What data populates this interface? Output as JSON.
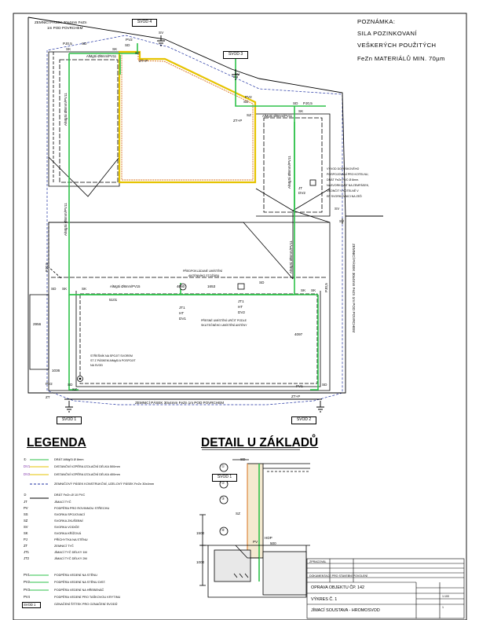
{
  "notes": {
    "lines": [
      "POZNÁMKA:",
      "SILA POZINKOVANÍ",
      "VEŠKERÝCH POUŽITÝCH",
      "FeZn MATERIÁLŮ MIN. 70µm"
    ]
  },
  "plan": {
    "tape_top": "ZEMNICÍ PÁSEK 30x4mm FeZn",
    "tape_top_2": "1m POD POVRCHEM",
    "tape_bottom": "ZEMNICÍ PÁSEK 30x4mm FeZn 1m POD POVRCHEM",
    "tape_right": "ZEMNICÍ PÁSEK 30x4mm FeZn 1m POD POVRCHEM",
    "svod": [
      "SVOD 4",
      "SVOD 3",
      "SVOD 2",
      "SVOD 1"
    ],
    "conductor": "AlMgSi Ø8mm/PV15",
    "conductor_short": "AlMgSi Ø8mm/PV11",
    "conductor_v": "AlMgSi Ø8mm/PV11",
    "pj": "PJ0,5",
    "sd": "SD",
    "sk": "SK",
    "sv": "SV",
    "zt": "ZT",
    "ztp": "ZT+P",
    "pv2": "PV2",
    "pv1": "PV1",
    "sz": "SZ",
    "jt1": "JT1",
    "jt": "JT",
    "ht": "HT",
    "dv1": "DV1",
    "dv2": "DV2",
    "dim_5101": "5101",
    "dim_4080": "4080",
    "dim_1653": "1653",
    "dim_4097": "4097",
    "dim_2956": "2956",
    "dim_1036": "1036",
    "vent_label": "PŘEDPOKLÁDANÉ UMÍSTĚNÍ",
    "vent_label_2": "ANTÉNNÍHO STOŽÁRU",
    "note_antenna": "PŘESNÉ UMÍSTĚNÍ URČIT PODLE",
    "note_antenna_2": "SKUTEČNÉHO UMÍSTĚNÍ ANTÉNY",
    "note_boiler": "VÝVOD DOPLŇKOVÉHO",
    "note_boiler_2": "POSPOJOVÁNÍ PRO KOTELNU,",
    "note_boiler_3": "DRÁT FeZn PVC Ø 8mm.",
    "note_boiler_4": "NASVORKOVAT NA ZEMPÁSEK,",
    "note_boiler_5": "UKONČIT V KOTELNĚ V",
    "note_boiler_6": "EP SVORKOVNICI NA ZEĎ",
    "note_roof": "STŘEŠNÍK NA SPOJIT SVOREM",
    "note_roof_2": "ST Z PÁSKEM AlMgSi A POSPOJIT",
    "note_roof_3": "NA SVOD"
  },
  "legend": {
    "title": "LEGENDA",
    "rows": [
      {
        "code": "①",
        "desc": "DRÁT AlMgSi Ø 8mm"
      },
      {
        "code": "DV1",
        "desc": "DISTANČNÍ VZPĚRA IZOLAČNÍ DÉLKA 500mm"
      },
      {
        "code": "DV2",
        "desc": "DISTANČNÍ VZPĚRA IZOLAČNÍ DÉLKA 400mm"
      },
      {
        "code": "",
        "desc": "ZEMNIČOVÝ PÁSEK KONSTRUKČNÍ, UZELOVÝ PÁSEK FeZn 30x4mm"
      },
      {
        "code": "②",
        "desc": "DRÁT FeZn Ø 10 PVC"
      },
      {
        "code": "JT",
        "desc": "JÍMACÍ TYČ"
      },
      {
        "code": "PV",
        "desc": "PODPĚRA PRO ROVINNOU STŘECHU"
      },
      {
        "code": "SS",
        "desc": "SVORKA SPOJOVACÍ"
      },
      {
        "code": "SZ",
        "desc": "SVORKA ZKUŠEBNÍ"
      },
      {
        "code": "SV",
        "desc": "SVORKA VODIČE"
      },
      {
        "code": "SK",
        "desc": "SVORKA KŘÍŽOVÁ"
      },
      {
        "code": "PJ",
        "desc": "PŘÍCHYTKA NA STĚNU"
      },
      {
        "code": "ZT",
        "desc": "ZEMNICÍ TYČ"
      },
      {
        "code": "JT1",
        "desc": "JÍMACÍ TYČ DÉLKY 1M"
      },
      {
        "code": "JT2",
        "desc": "JÍMACÍ TYČ DÉLKY 2M"
      },
      {
        "code": "PV1",
        "desc": "PODPĚRA VEDENÍ NA STĚNU"
      },
      {
        "code": "PV2",
        "desc": "PODPĚRA VEDENÍ NA STĚNU DIST."
      },
      {
        "code": "PV3",
        "desc": "PODPĚRA VEDENÍ NA HŘEBENÁČ"
      },
      {
        "code": "PV4",
        "desc": "PODPĚRA VEDENÍ PRO TAŠKOVOU KRYTINU"
      },
      {
        "code": "SVOD 1",
        "desc": "OZNAČENÍ ŠTÍTEK PRO OZNAČENÍ SVODŮ"
      }
    ]
  },
  "detail": {
    "title": "DETAIL U ZÁKLADŮ",
    "svod": "SVOD 1",
    "sd": "SD",
    "sz": "SZ",
    "hdp": "HDP",
    "dim_1500": "1500",
    "dim_1000": "1000",
    "dim_500": "500",
    "pv": "PV",
    "callouts": [
      "①",
      "②",
      "③",
      "④"
    ]
  },
  "title_block": {
    "project": "OPRAVA OBJEKTU ČP. 142",
    "desc": "VÝKRES Č. 1",
    "drawing": "JÍMACÍ SOUSTAVA - HROMOSVOD",
    "scale": "1:100",
    "sheet": "1",
    "author": "ZPRACOVAL",
    "status": "DOKUMENTACE PRO STAVEBNÍ POVOLENÍ"
  },
  "colors": {
    "wire_green": "#2ec24a",
    "wire_yellow": "#e6c300",
    "wire_orange": "#d9721c",
    "dashed_blue": "#1d2fa0",
    "label_violet": "#7a2aa6",
    "ink": "#000000"
  }
}
